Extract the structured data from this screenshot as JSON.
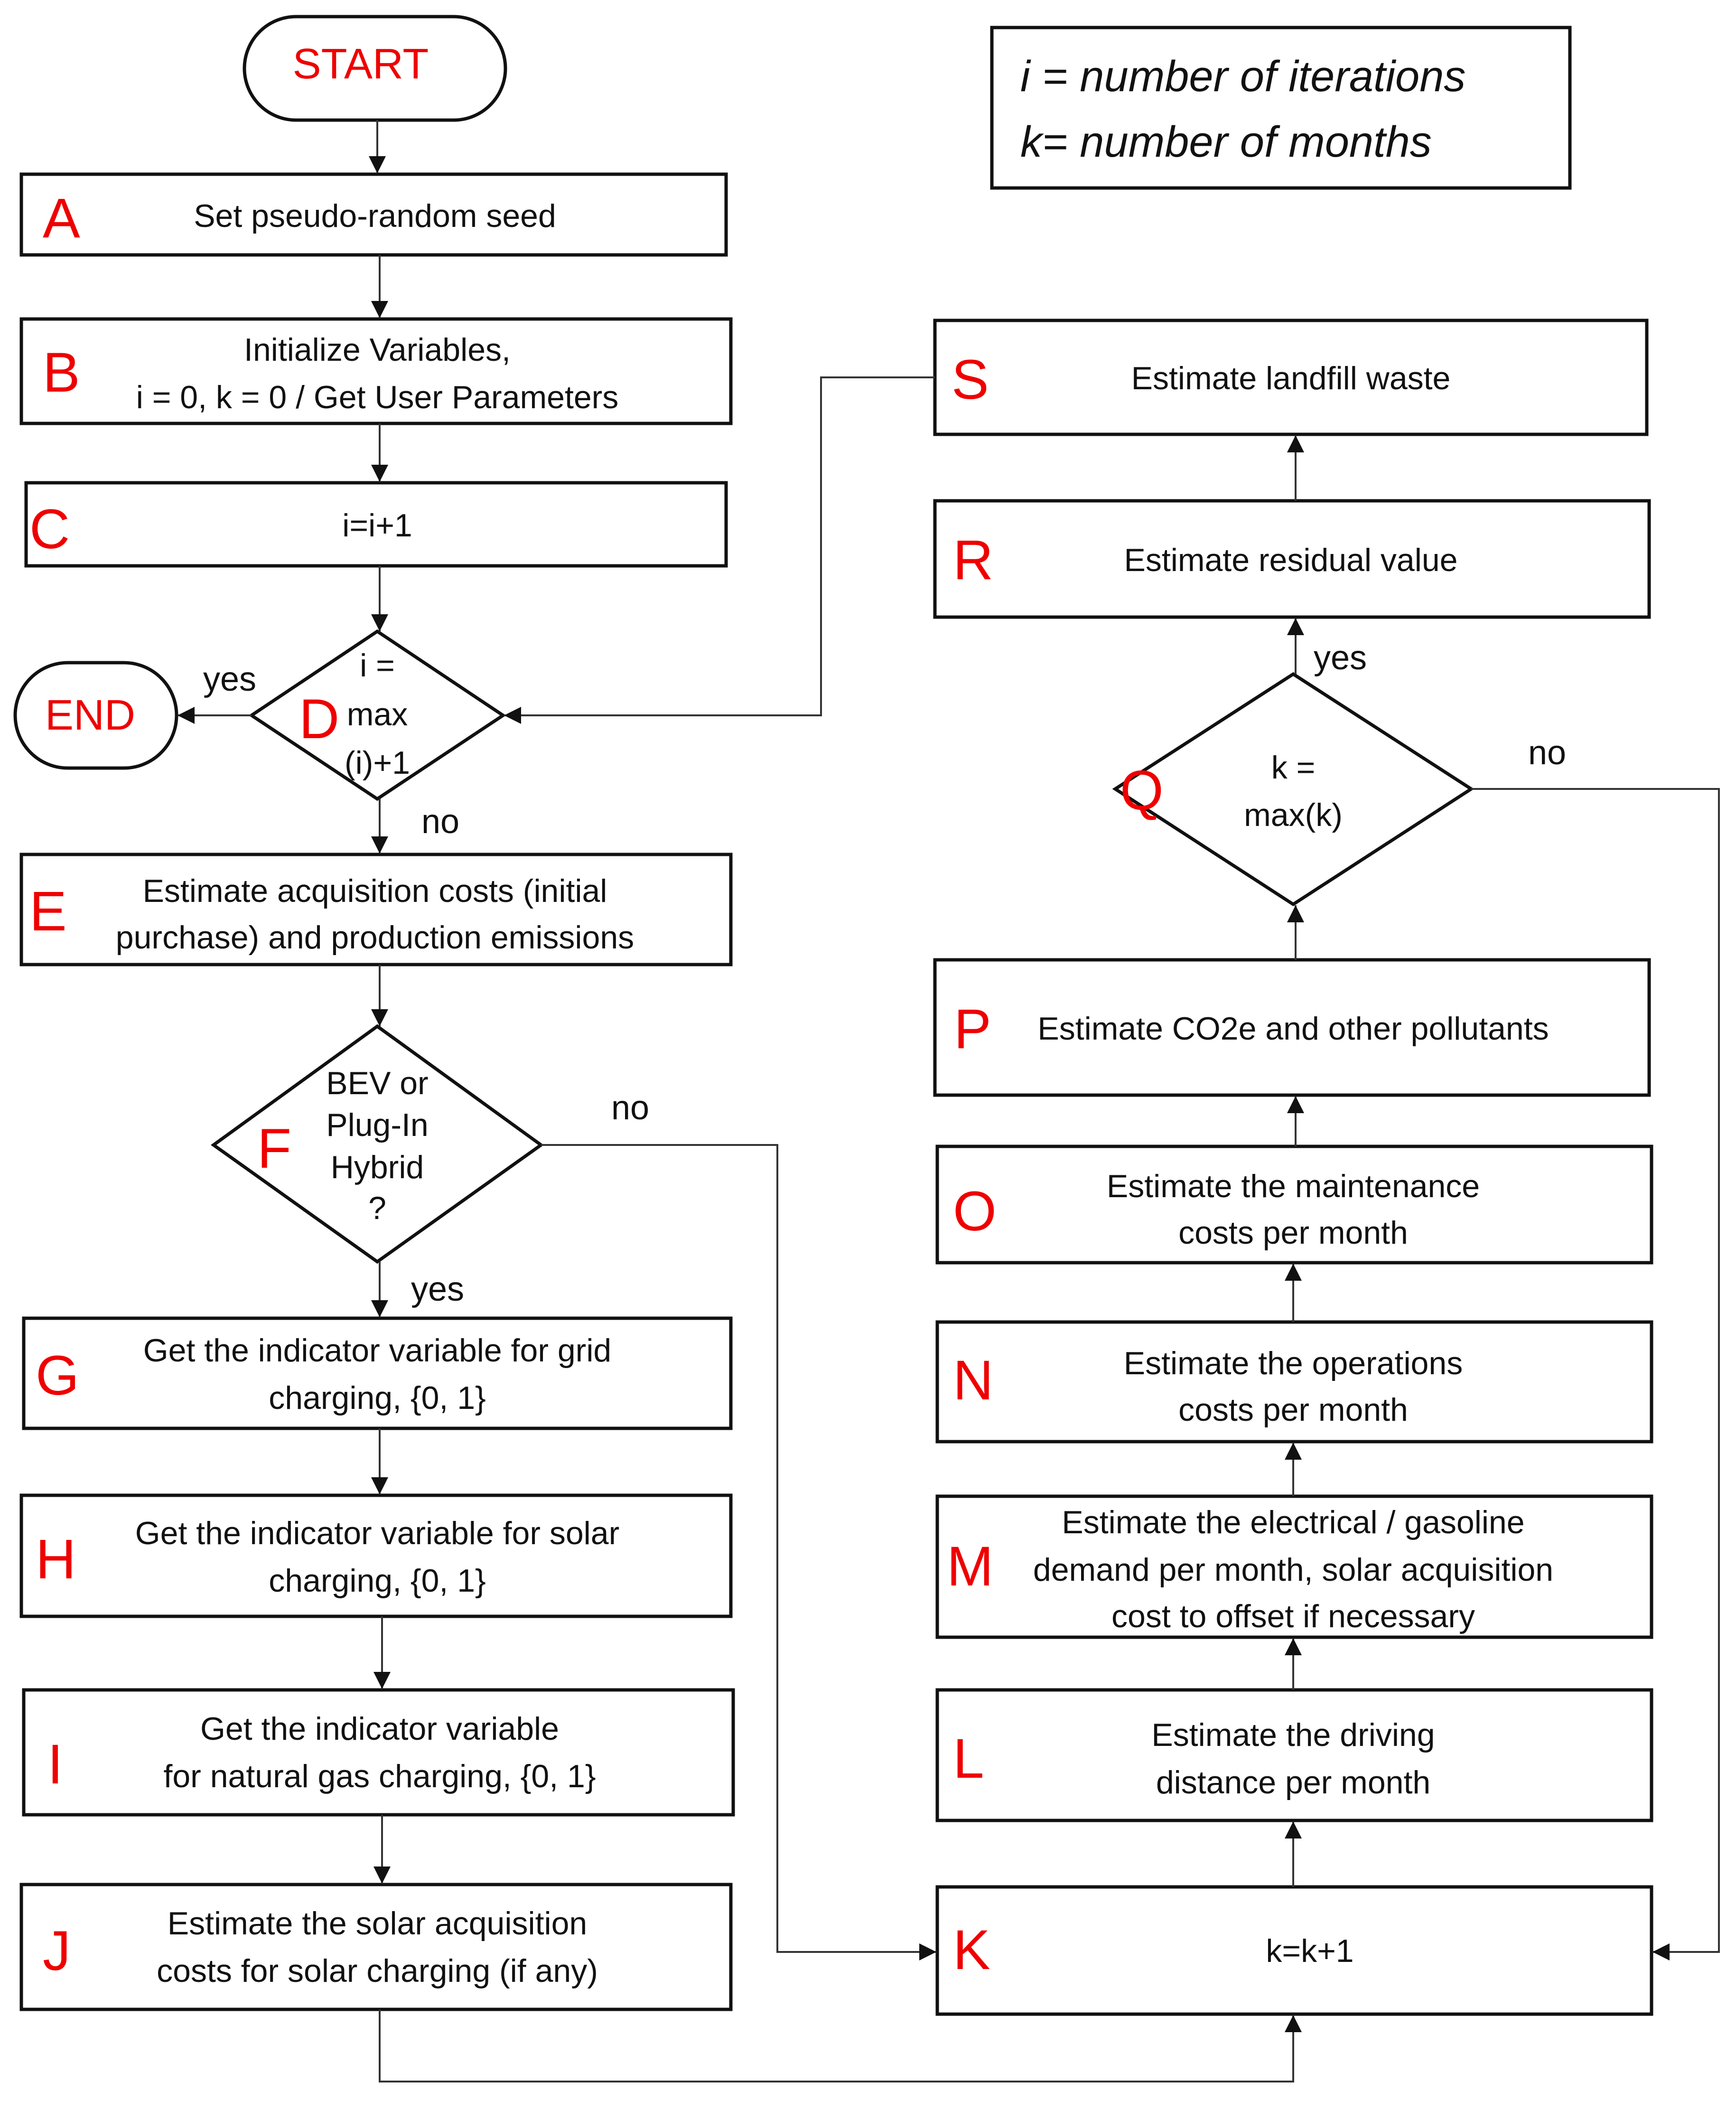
{
  "legend": {
    "line1": "i = number of iterations",
    "line2": "k= number of months"
  },
  "terminals": {
    "start": "START",
    "end": "END"
  },
  "nodes": {
    "A": {
      "letter": "A",
      "lines": [
        "Set pseudo-random seed"
      ]
    },
    "B": {
      "letter": "B",
      "lines": [
        "Initialize Variables,",
        "i = 0, k = 0 / Get User Parameters"
      ]
    },
    "C": {
      "letter": "C",
      "lines": [
        "i=i+1"
      ]
    },
    "D": {
      "letter": "D",
      "lines": [
        "i =",
        "max",
        "(i)+1"
      ]
    },
    "E": {
      "letter": "E",
      "lines": [
        "Estimate acquisition costs  (initial",
        "purchase)  and production emissions"
      ]
    },
    "F": {
      "letter": "F",
      "lines": [
        "BEV or",
        "Plug-In",
        "Hybrid",
        "?"
      ]
    },
    "G": {
      "letter": "G",
      "lines": [
        "Get the indicator variable for grid",
        "charging, {0, 1}"
      ]
    },
    "H": {
      "letter": "H",
      "lines": [
        "Get the indicator variable for solar",
        "charging, {0, 1}"
      ]
    },
    "I": {
      "letter": "I",
      "lines": [
        "Get the indicator variable",
        "for natural gas charging, {0, 1}"
      ]
    },
    "J": {
      "letter": "J",
      "lines": [
        "Estimate the solar acquisition",
        "costs for solar charging (if any)"
      ]
    },
    "K": {
      "letter": "K",
      "lines": [
        "k=k+1"
      ]
    },
    "L": {
      "letter": "L",
      "lines": [
        "Estimate the driving",
        "distance per month"
      ]
    },
    "M": {
      "letter": "M",
      "lines": [
        "Estimate the electrical / gasoline",
        "demand per month, solar acquisition",
        "cost to offset if necessary"
      ]
    },
    "N": {
      "letter": "N",
      "lines": [
        "Estimate the operations",
        "costs per month"
      ]
    },
    "O": {
      "letter": "O",
      "lines": [
        "Estimate the maintenance",
        "costs per month"
      ]
    },
    "P": {
      "letter": "P",
      "lines": [
        "Estimate CO2e and other pollutants"
      ]
    },
    "Q": {
      "letter": "Q",
      "lines": [
        "k =",
        "max(k)"
      ]
    },
    "R": {
      "letter": "R",
      "lines": [
        "Estimate residual value"
      ]
    },
    "S": {
      "letter": "S",
      "lines": [
        "Estimate landfill waste"
      ]
    }
  },
  "edge_labels": {
    "d_yes": "yes",
    "d_no": "no",
    "f_no": "no",
    "f_yes": "yes",
    "q_yes": "yes",
    "q_no": "no"
  },
  "colors": {
    "label_red": "#ee0000",
    "line": "#333333",
    "text": "#111111"
  }
}
